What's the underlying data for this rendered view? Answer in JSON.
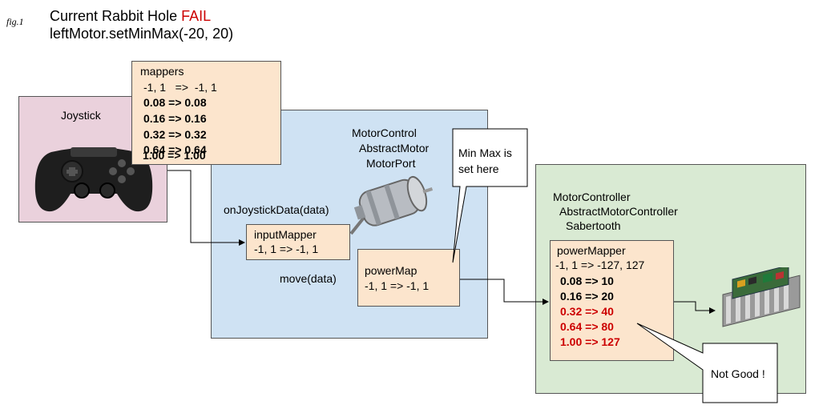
{
  "figure_label": "fig.1",
  "title": {
    "line1_prefix": "Current Rabbit Hole ",
    "line1_fail": "FAIL",
    "line2": "leftMotor.setMinMax(-20, 20)"
  },
  "joystick": {
    "label": "Joystick",
    "icon": "gamepad-icon"
  },
  "mappers": {
    "title": "mappers",
    "lines": [
      "-1, 1   =>  -1, 1",
      "0.08 => 0.08",
      "0.16 => 0.16",
      "0.32 => 0.32",
      "0.64 => 0.64",
      "1.00 => 1.00"
    ]
  },
  "motor_control": {
    "lines": [
      "MotorControl",
      "AbstractMotor",
      "MotorPort"
    ],
    "on_joystick": "onJoystickData(data)",
    "move": "move(data)",
    "icon": "dc-motor-icon"
  },
  "input_mapper": {
    "title": "inputMapper",
    "value": "-1, 1 => -1, 1"
  },
  "power_map": {
    "title": "powerMap",
    "value": "-1, 1 => -1, 1"
  },
  "callout_minmax": {
    "text": "Min Max is set here"
  },
  "motor_controller": {
    "lines": [
      "MotorController",
      "AbstractMotorController",
      "Sabertooth"
    ],
    "icon": "motor-driver-board-icon"
  },
  "power_mapper": {
    "title": "powerMapper",
    "range": "-1, 1 => -127, 127",
    "good": [
      "0.08 => 10",
      "0.16 => 20"
    ],
    "bad": [
      "0.32 => 40",
      "0.64 => 80",
      "1.00 => 127"
    ]
  },
  "callout_notgood": {
    "text": "Not Good !"
  },
  "colors": {
    "joystick_bg": "#ead1dc",
    "motor_control_bg": "#cfe2f3",
    "motor_controller_bg": "#d9ead3",
    "mapper_bg": "#fce5cd",
    "alert": "#cc0000"
  }
}
